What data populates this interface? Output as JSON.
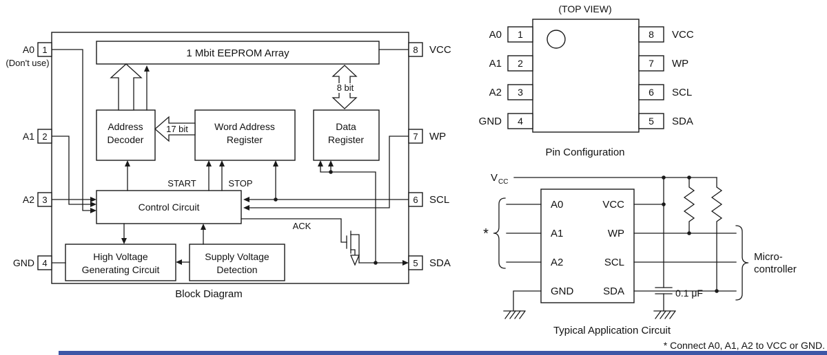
{
  "block_diagram": {
    "caption": "Block Diagram",
    "pins_left": [
      {
        "num": "1",
        "label": "A0",
        "note": "(Don't use)"
      },
      {
        "num": "2",
        "label": "A1"
      },
      {
        "num": "3",
        "label": "A2"
      },
      {
        "num": "4",
        "label": "GND"
      }
    ],
    "pins_right": [
      {
        "num": "8",
        "label": "VCC"
      },
      {
        "num": "7",
        "label": "WP"
      },
      {
        "num": "6",
        "label": "SCL"
      },
      {
        "num": "5",
        "label": "SDA"
      }
    ],
    "blocks": {
      "eeprom": "1 Mbit EEPROM Array",
      "addr1": "Address",
      "addr2": "Decoder",
      "war1": "Word Address",
      "war2": "Register",
      "dr1": "Data",
      "dr2": "Register",
      "control": "Control Circuit",
      "hv1": "High Voltage",
      "hv2": "Generating Circuit",
      "sv1": "Supply Voltage",
      "sv2": "Detection"
    },
    "labels": {
      "bus17": "17 bit",
      "bus8": "8 bit",
      "start": "START",
      "stop": "STOP",
      "ack": "ACK"
    }
  },
  "pin_config": {
    "title": "(TOP VIEW)",
    "caption": "Pin Configuration",
    "left": [
      {
        "num": "1",
        "label": "A0"
      },
      {
        "num": "2",
        "label": "A1"
      },
      {
        "num": "3",
        "label": "A2"
      },
      {
        "num": "4",
        "label": "GND"
      }
    ],
    "right": [
      {
        "num": "8",
        "label": "VCC"
      },
      {
        "num": "7",
        "label": "WP"
      },
      {
        "num": "6",
        "label": "SCL"
      },
      {
        "num": "5",
        "label": "SDA"
      }
    ]
  },
  "app_circuit": {
    "caption": "Typical Application Circuit",
    "vcc_v": "V",
    "vcc_cc": "CC",
    "ic_left": [
      "A0",
      "A1",
      "A2",
      "GND"
    ],
    "ic_right": [
      "VCC",
      "WP",
      "SCL",
      "SDA"
    ],
    "capacitor": "0.1 μF",
    "micro1": "Micro-",
    "micro2": "controller",
    "asterisk": "*",
    "footnote": "* Connect A0, A1, A2 to VCC or GND."
  },
  "colors": {
    "bottom_bar": "#3d56a6"
  }
}
